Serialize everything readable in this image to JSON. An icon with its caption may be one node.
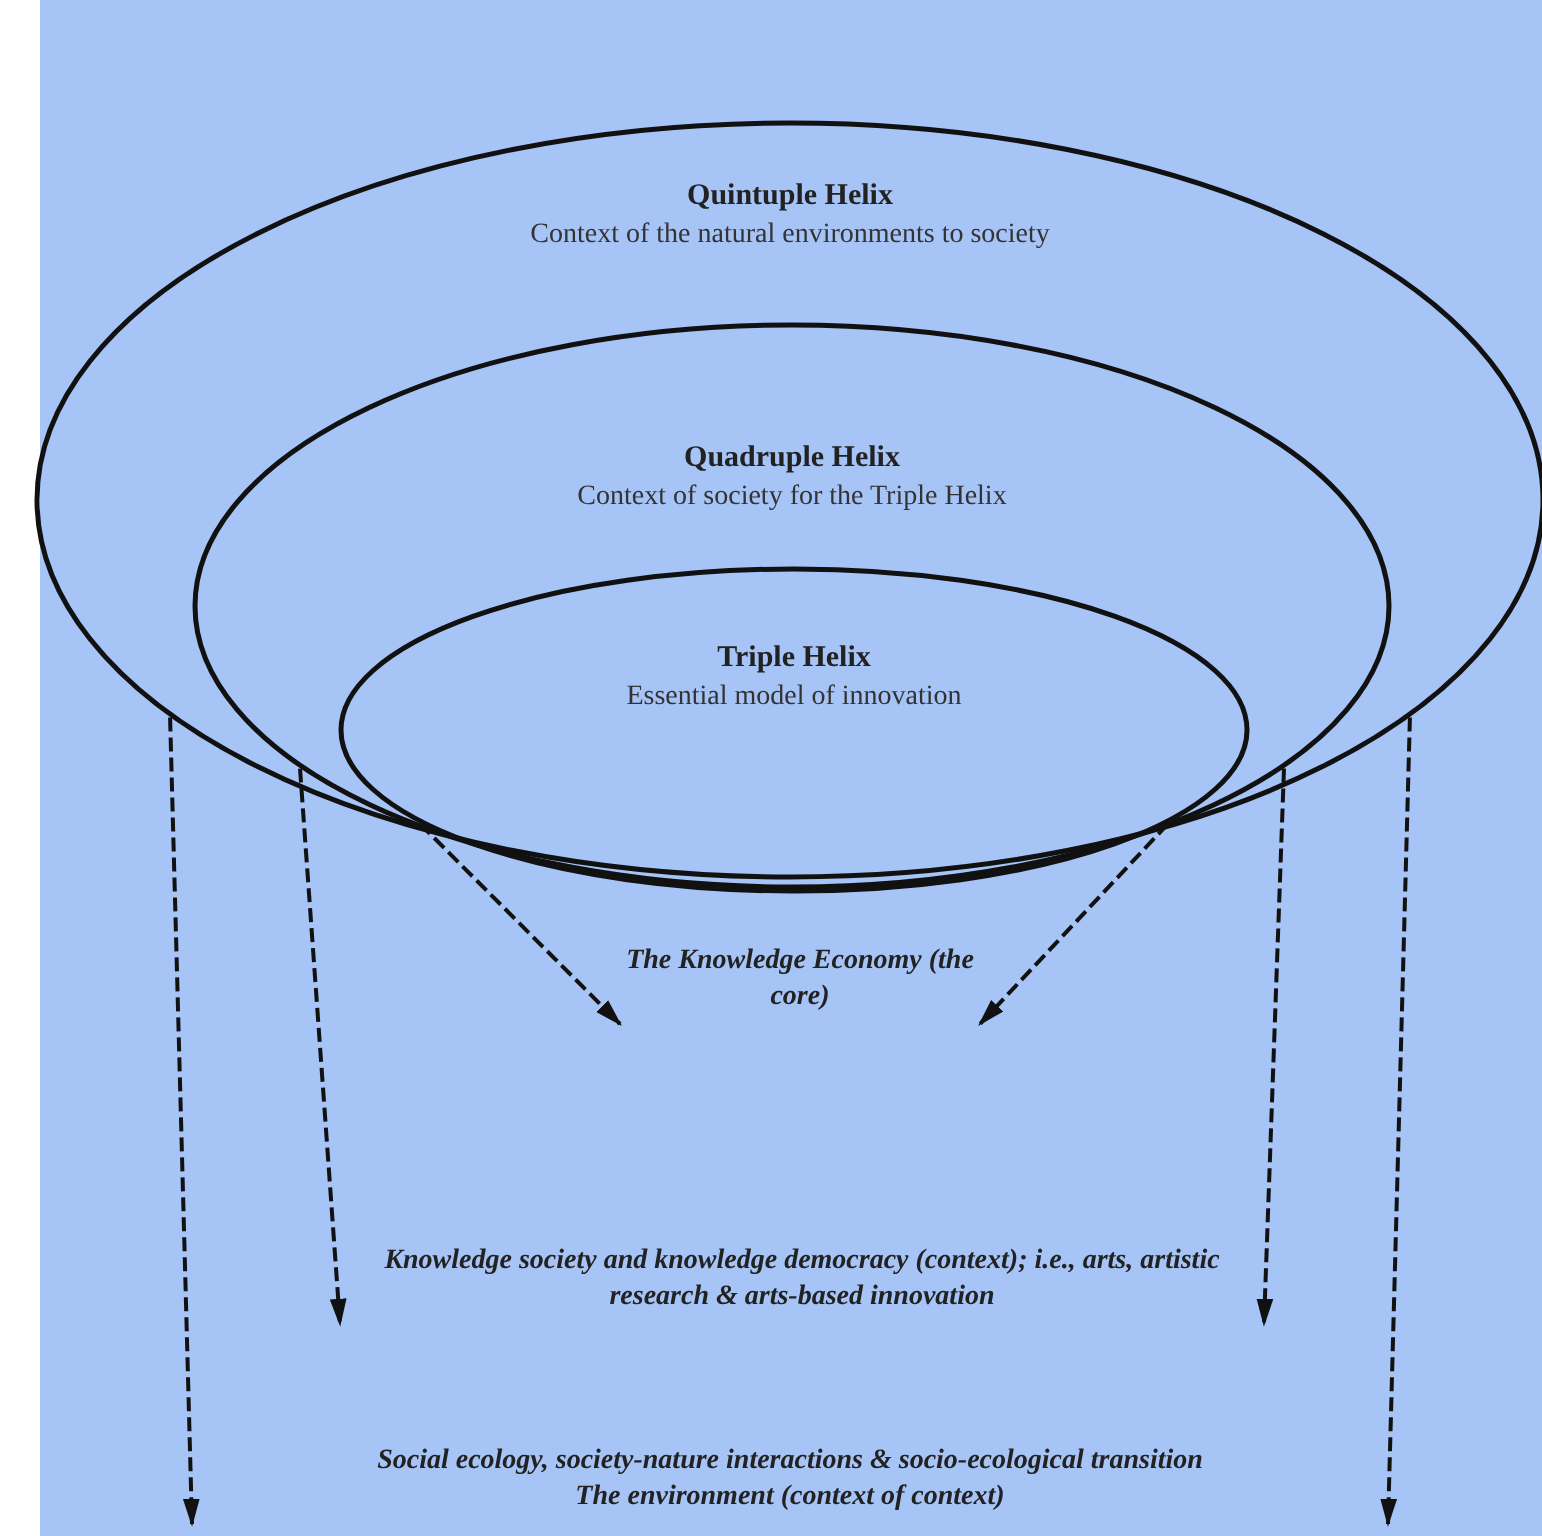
{
  "diagram": {
    "nodes": [
      {
        "text": [
          "Quintuple Helix",
          "Context of the natural environments to society"
        ]
      },
      {
        "text": [
          "Quadruple Helix",
          "Context of society for the Triple Helix"
        ],
        "in": 0
      },
      {
        "text": [
          "Triple Helix",
          "Essential model of innovation"
        ],
        "in": 1
      },
      {
        "text": [
          "The Knowledge Economy (the core)"
        ]
      },
      {
        "text": [
          "Knowledge society and knowledge democracy (context); i.e., arts, artistic research & arts-based innovation"
        ]
      },
      {
        "text": [
          "Social ecology, society-nature interactions & socio-ecological transition",
          "The environment (context of context)"
        ]
      }
    ],
    "edges": [
      {
        "from": 2,
        "to": 3,
        "arrow": "to",
        "style": "dashed"
      },
      {
        "from": 2,
        "to": 3,
        "arrow": "to",
        "style": "dashed"
      },
      {
        "from": 1,
        "to": 4,
        "arrow": "to",
        "style": "dashed"
      },
      {
        "from": 1,
        "to": 4,
        "arrow": "to",
        "style": "dashed"
      },
      {
        "from": 0,
        "to": 5,
        "arrow": "to",
        "style": "dashed"
      },
      {
        "from": 0,
        "to": 5,
        "arrow": "to",
        "style": "dashed"
      }
    ]
  }
}
